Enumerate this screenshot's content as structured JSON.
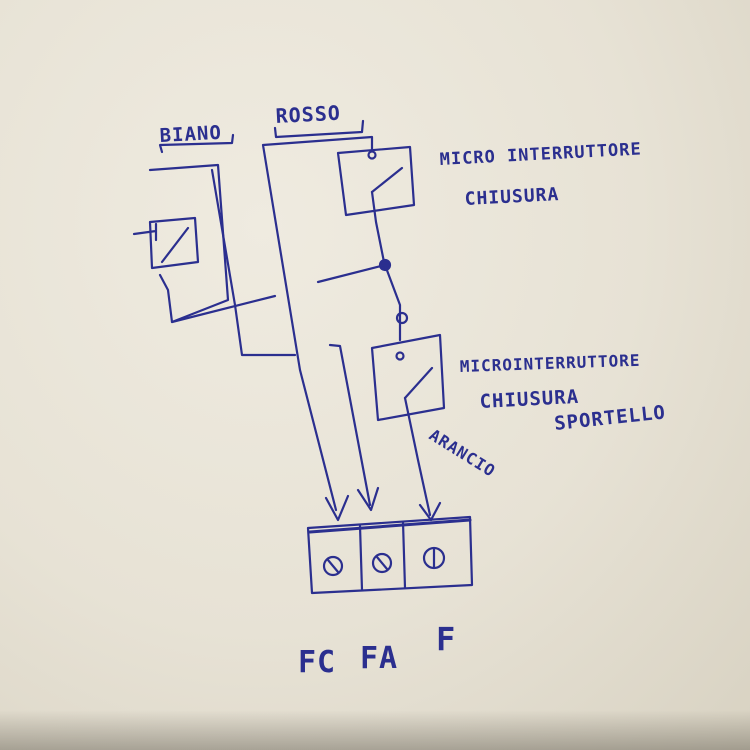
{
  "colors": {
    "ink": "#2b2f8f",
    "paper": "#e9e5d9"
  },
  "wires": {
    "white": "BIANO",
    "red": "ROSSO",
    "orange": "ARANCIO"
  },
  "switches": {
    "top": {
      "line1": "MICRO INTERRUTTORE",
      "line2": "CHIUSURA"
    },
    "bottom": {
      "line1": "MICROINTERRUTTORE",
      "line2": "CHIUSURA",
      "line3": "SPORTELLO"
    }
  },
  "terminals": [
    "FC",
    "FA",
    "F"
  ]
}
